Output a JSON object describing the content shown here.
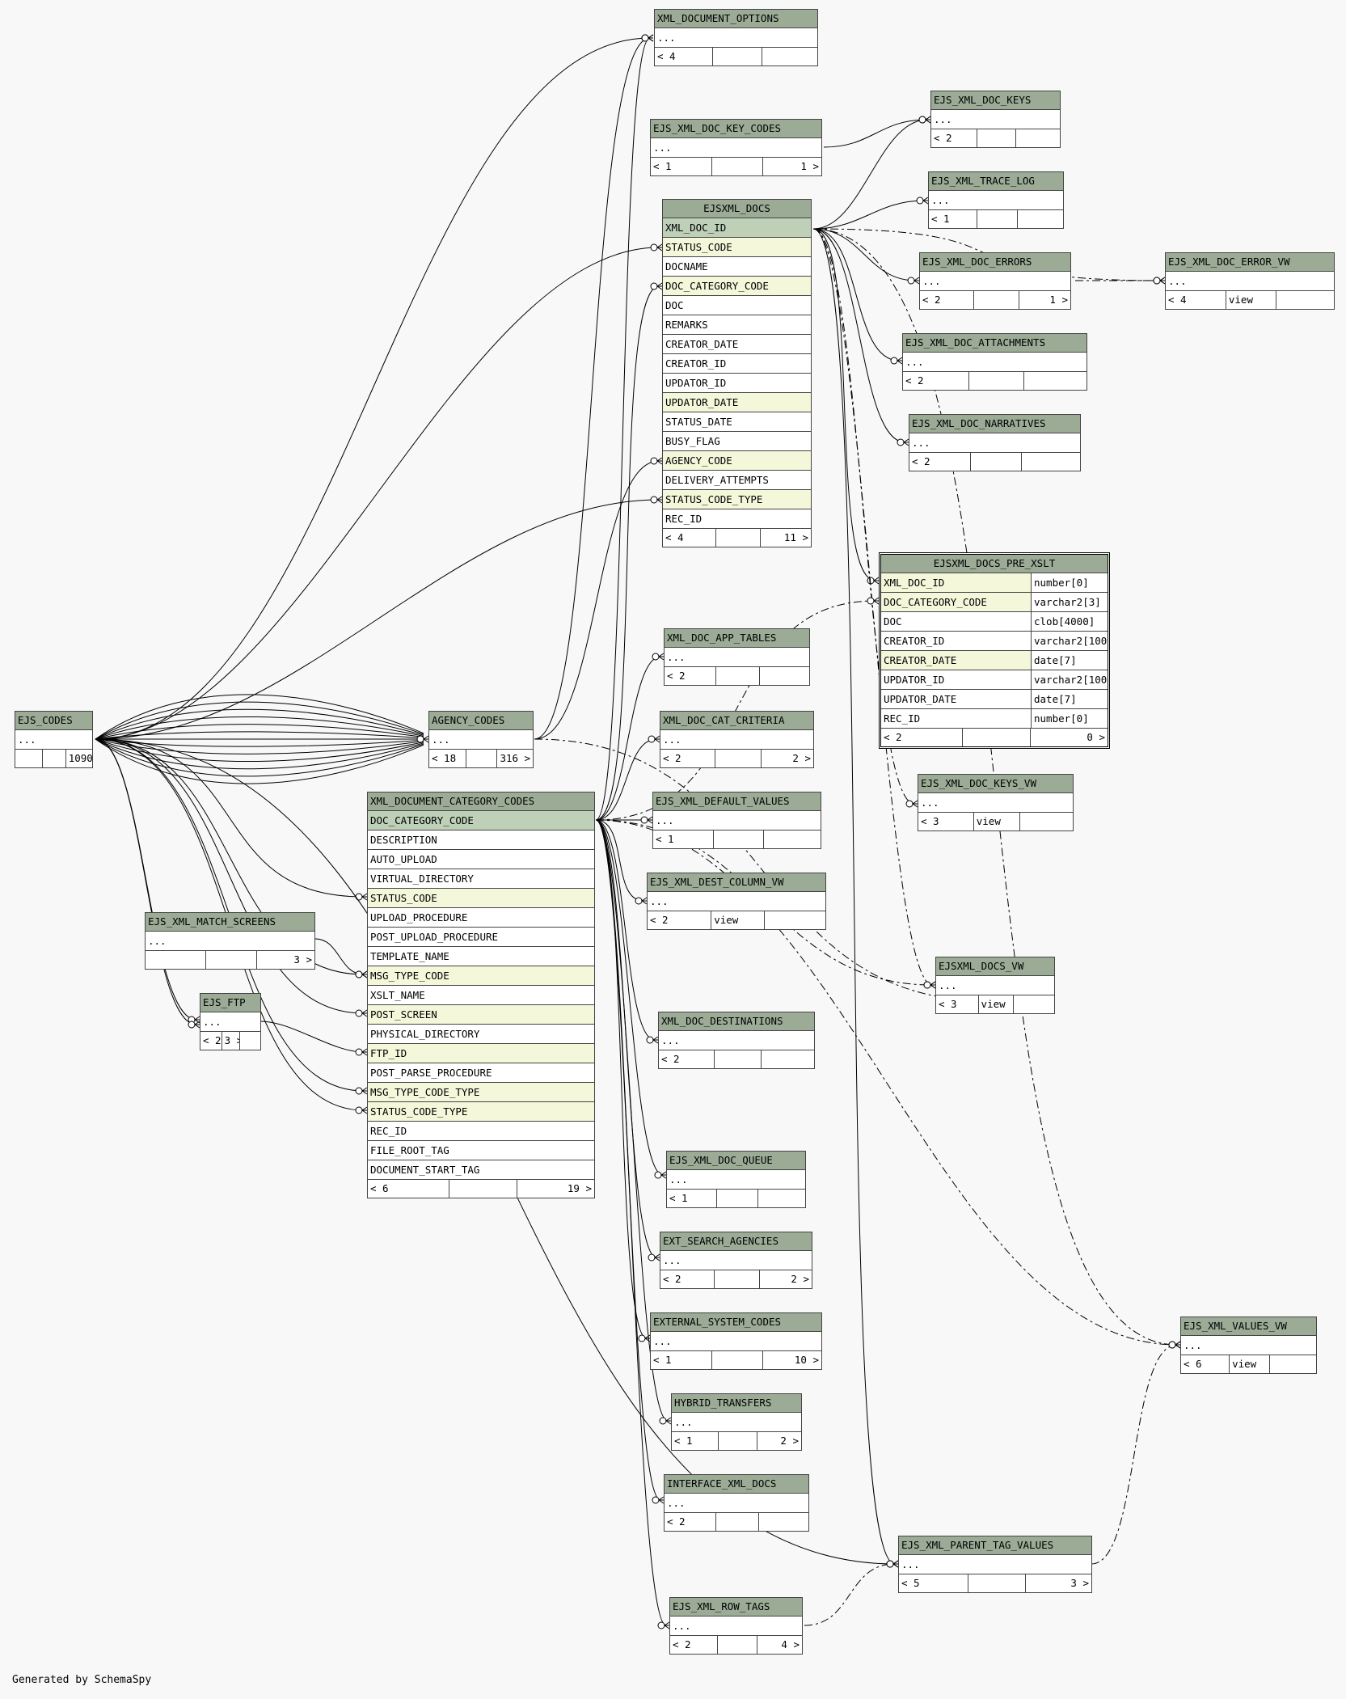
{
  "footer_text": "Generated by SchemaSpy",
  "tables": [
    {
      "id": "xml_document_options",
      "name": "XML_DOCUMENT_OPTIONS",
      "rows": [
        "..."
      ],
      "foot": [
        "< 4",
        "",
        ""
      ]
    },
    {
      "id": "ejs_xml_doc_keys",
      "name": "EJS_XML_DOC_KEYS",
      "rows": [
        "..."
      ],
      "foot": [
        "< 2",
        "",
        ""
      ]
    },
    {
      "id": "ejs_xml_doc_key_codes",
      "name": "EJS_XML_DOC_KEY_CODES",
      "rows": [
        "..."
      ],
      "foot": [
        "< 1",
        "",
        "1 >"
      ]
    },
    {
      "id": "ejs_xml_trace_log",
      "name": "EJS_XML_TRACE_LOG",
      "rows": [
        "..."
      ],
      "foot": [
        "< 1",
        "",
        ""
      ]
    },
    {
      "id": "ejsxml_docs",
      "name": "EJSXML_DOCS",
      "rows": [
        "XML_DOC_ID",
        "STATUS_CODE",
        "DOCNAME",
        "DOC_CATEGORY_CODE",
        "DOC",
        "REMARKS",
        "CREATOR_DATE",
        "CREATOR_ID",
        "UPDATOR_ID",
        "UPDATOR_DATE",
        "STATUS_DATE",
        "BUSY_FLAG",
        "AGENCY_CODE",
        "DELIVERY_ATTEMPTS",
        "STATUS_CODE_TYPE",
        "REC_ID"
      ],
      "foot": [
        "< 4",
        "",
        "11 >"
      ]
    },
    {
      "id": "ejs_xml_doc_errors",
      "name": "EJS_XML_DOC_ERRORS",
      "rows": [
        "..."
      ],
      "foot": [
        "< 2",
        "",
        "1 >"
      ]
    },
    {
      "id": "ejs_xml_doc_error_vw",
      "name": "EJS_XML_DOC_ERROR_VW",
      "rows": [
        "..."
      ],
      "foot": [
        "< 4",
        "view",
        ""
      ]
    },
    {
      "id": "ejs_xml_doc_attachments",
      "name": "EJS_XML_DOC_ATTACHMENTS",
      "rows": [
        "..."
      ],
      "foot": [
        "< 2",
        "",
        ""
      ]
    },
    {
      "id": "ejs_xml_doc_narratives",
      "name": "EJS_XML_DOC_NARRATIVES",
      "rows": [
        "..."
      ],
      "foot": [
        "< 2",
        "",
        ""
      ]
    },
    {
      "id": "ejsxml_docs_pre_xslt",
      "name": "EJSXML_DOCS_PRE_XSLT",
      "rows": [
        "XML_DOC_ID",
        "DOC_CATEGORY_CODE",
        "DOC",
        "CREATOR_ID",
        "CREATOR_DATE",
        "UPDATOR_ID",
        "UPDATOR_DATE",
        "REC_ID"
      ],
      "types": [
        "number[0]",
        "varchar2[3]",
        "clob[4000]",
        "varchar2[100",
        "date[7]",
        "varchar2[100",
        "date[7]",
        "number[0]"
      ],
      "foot": [
        "< 2",
        "",
        "0 >"
      ]
    },
    {
      "id": "xml_doc_app_tables",
      "name": "XML_DOC_APP_TABLES",
      "rows": [
        "..."
      ],
      "foot": [
        "< 2",
        "",
        ""
      ]
    },
    {
      "id": "ejs_codes",
      "name": "EJS_CODES",
      "rows": [
        "..."
      ],
      "foot": [
        "",
        "",
        "1090 >"
      ]
    },
    {
      "id": "agency_codes",
      "name": "AGENCY_CODES",
      "rows": [
        "..."
      ],
      "foot": [
        "< 18",
        "",
        "316 >"
      ]
    },
    {
      "id": "xml_doc_cat_criteria",
      "name": "XML_DOC_CAT_CRITERIA",
      "rows": [
        "..."
      ],
      "foot": [
        "< 2",
        "",
        "2 >"
      ]
    },
    {
      "id": "xml_document_category_codes",
      "name": "XML_DOCUMENT_CATEGORY_CODES",
      "rows": [
        "DOC_CATEGORY_CODE",
        "DESCRIPTION",
        "AUTO_UPLOAD",
        "VIRTUAL_DIRECTORY",
        "STATUS_CODE",
        "UPLOAD_PROCEDURE",
        "POST_UPLOAD_PROCEDURE",
        "TEMPLATE_NAME",
        "MSG_TYPE_CODE",
        "XSLT_NAME",
        "POST_SCREEN",
        "PHYSICAL_DIRECTORY",
        "FTP_ID",
        "POST_PARSE_PROCEDURE",
        "MSG_TYPE_CODE_TYPE",
        "STATUS_CODE_TYPE",
        "REC_ID",
        "FILE_ROOT_TAG",
        "DOCUMENT_START_TAG"
      ],
      "foot": [
        "< 6",
        "",
        "19 >"
      ]
    },
    {
      "id": "ejs_xml_default_values",
      "name": "EJS_XML_DEFAULT_VALUES",
      "rows": [
        "..."
      ],
      "foot": [
        "< 1",
        "",
        ""
      ]
    },
    {
      "id": "ejs_xml_doc_keys_vw",
      "name": "EJS_XML_DOC_KEYS_VW",
      "rows": [
        "..."
      ],
      "foot": [
        "< 3",
        "view",
        ""
      ]
    },
    {
      "id": "ejs_xml_dest_column_vw",
      "name": "EJS_XML_DEST_COLUMN_VW",
      "rows": [
        "..."
      ],
      "foot": [
        "< 2",
        "view",
        ""
      ]
    },
    {
      "id": "ejs_xml_match_screens",
      "name": "EJS_XML_MATCH_SCREENS",
      "rows": [
        "..."
      ],
      "foot": [
        "",
        "",
        "3 >"
      ]
    },
    {
      "id": "ejsxml_docs_vw",
      "name": "EJSXML_DOCS_VW",
      "rows": [
        "..."
      ],
      "foot": [
        "< 3",
        "view",
        ""
      ]
    },
    {
      "id": "ejs_ftp",
      "name": "EJS_FTP",
      "rows": [
        "..."
      ],
      "foot": [
        "< 2",
        "3 >",
        ""
      ]
    },
    {
      "id": "xml_doc_destinations",
      "name": "XML_DOC_DESTINATIONS",
      "rows": [
        "..."
      ],
      "foot": [
        "< 2",
        "",
        ""
      ]
    },
    {
      "id": "ejs_xml_doc_queue",
      "name": "EJS_XML_DOC_QUEUE",
      "rows": [
        "..."
      ],
      "foot": [
        "< 1",
        "",
        ""
      ]
    },
    {
      "id": "ext_search_agencies",
      "name": "EXT_SEARCH_AGENCIES",
      "rows": [
        "..."
      ],
      "foot": [
        "< 2",
        "",
        "2 >"
      ]
    },
    {
      "id": "external_system_codes",
      "name": "EXTERNAL_SYSTEM_CODES",
      "rows": [
        "..."
      ],
      "foot": [
        "< 1",
        "",
        "10 >"
      ]
    },
    {
      "id": "ejs_xml_values_vw",
      "name": "EJS_XML_VALUES_VW",
      "rows": [
        "..."
      ],
      "foot": [
        "< 6",
        "view",
        ""
      ]
    },
    {
      "id": "hybrid_transfers",
      "name": "HYBRID_TRANSFERS",
      "rows": [
        "..."
      ],
      "foot": [
        "< 1",
        "",
        "2 >"
      ]
    },
    {
      "id": "interface_xml_docs",
      "name": "INTERFACE_XML_DOCS",
      "rows": [
        "..."
      ],
      "foot": [
        "< 2",
        "",
        ""
      ]
    },
    {
      "id": "ejs_xml_parent_tag_values",
      "name": "EJS_XML_PARENT_TAG_VALUES",
      "rows": [
        "..."
      ],
      "foot": [
        "< 5",
        "",
        "3 >"
      ]
    },
    {
      "id": "ejs_xml_row_tags",
      "name": "EJS_XML_ROW_TAGS",
      "rows": [
        "..."
      ],
      "foot": [
        "< 2",
        "",
        "4 >"
      ]
    }
  ]
}
